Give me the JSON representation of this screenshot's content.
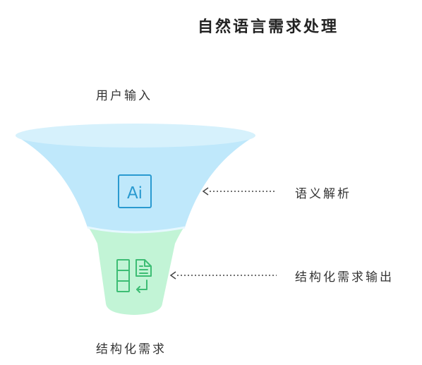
{
  "title": "自然语言需求处理",
  "input_label": "用户输入",
  "output_label": "结构化需求",
  "stages": [
    {
      "label": "语义解析",
      "icon": "ai-icon",
      "color": "#bfe8fb"
    },
    {
      "label": "结构化需求输出",
      "icon": "structured-data-icon",
      "color": "#c2f4d6"
    }
  ],
  "colors": {
    "funnel_top": "#bfe8fb",
    "funnel_rim": "#d6f1fc",
    "funnel_bottom": "#c2f4d6",
    "ai_icon": "#2a9ad0",
    "structured_icon": "#3dbd74",
    "arrow": "#444444"
  }
}
